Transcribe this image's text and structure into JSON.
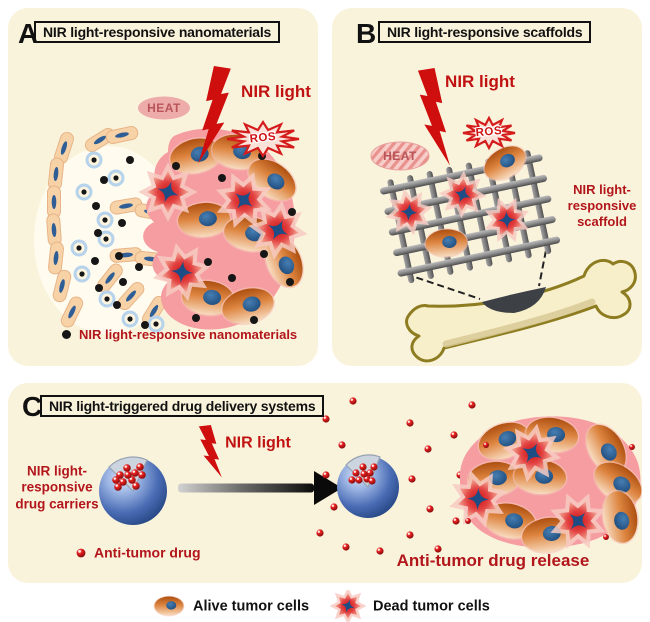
{
  "figure": {
    "panel_a": {
      "letter": "A",
      "title": "NIR light-responsive nanomaterials",
      "nir_light": "NIR light",
      "heat": "HEAT",
      "ros": "ROS",
      "legend_label": "NIR light-responsive nanomaterials"
    },
    "panel_b": {
      "letter": "B",
      "title": "NIR light-responsive scaffolds",
      "nir_light": "NIR light",
      "heat": "HEAT",
      "ros": "ROS",
      "scaffold_label": "NIR light-\nresponsive\nscaffold"
    },
    "panel_c": {
      "letter": "C",
      "title": "NIR light-triggered drug delivery systems",
      "nir_light": "NIR light",
      "carrier_label": "NIR light-\nresponsive\ndrug carriers",
      "drug_legend": "Anti-tumor drug",
      "release_label": "Anti-tumor drug release"
    },
    "legend": {
      "alive": "Alive tumor cells",
      "dead": "Dead tumor cells"
    },
    "colors": {
      "panel_bg": "#faf3dc",
      "accent_red": "#c11212",
      "dark_red_text": "#b2161b",
      "tumor_pink": "#f59da1",
      "nucleus_blue": "#28558a",
      "scaffold_gray": "#8d8d8d",
      "bone_outline": "#8d7c20"
    }
  }
}
